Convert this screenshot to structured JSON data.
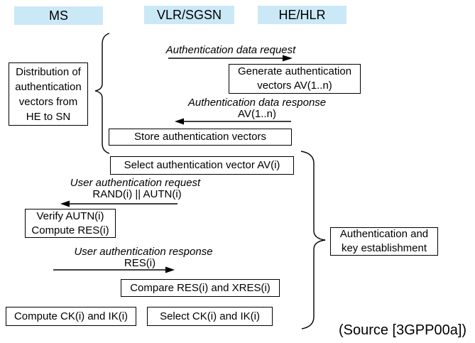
{
  "actors": {
    "ms": "MS",
    "vlr_sgsn": "VLR/SGSN",
    "he_hlr": "HE/HLR"
  },
  "messages": {
    "auth_data_request": {
      "label": "Authentication data request"
    },
    "auth_data_response": {
      "label": "Authentication data response",
      "param": "AV(1..n)"
    },
    "user_auth_request": {
      "label": "User authentication request",
      "param": "RAND(i) || AUTN(i)"
    },
    "user_auth_response": {
      "label": "User authentication response",
      "param": "RES(i)"
    }
  },
  "boxes": {
    "generate": "Generate authentication\nvectors AV(1..n)",
    "store": "Store authentication vectors",
    "select_av": "Select authentication vector AV(i)",
    "verify": "Verify AUTN(i)\nCompute RES(i)",
    "compare": "Compare RES(i) and XRES(i)",
    "compute_ck": "Compute CK(i) and IK(i)",
    "select_ck": "Select CK(i) and IK(i)"
  },
  "annotations": {
    "distribution_phase": "Distribution of\nauthentication\nvectors from\nHE to SN",
    "auth_establishment_phase": "Authentication and\nkey establishment",
    "source": "(Source [3GPP00a])"
  },
  "colors": {
    "actor_bg": "#cbe8f7",
    "line": "#000000"
  }
}
